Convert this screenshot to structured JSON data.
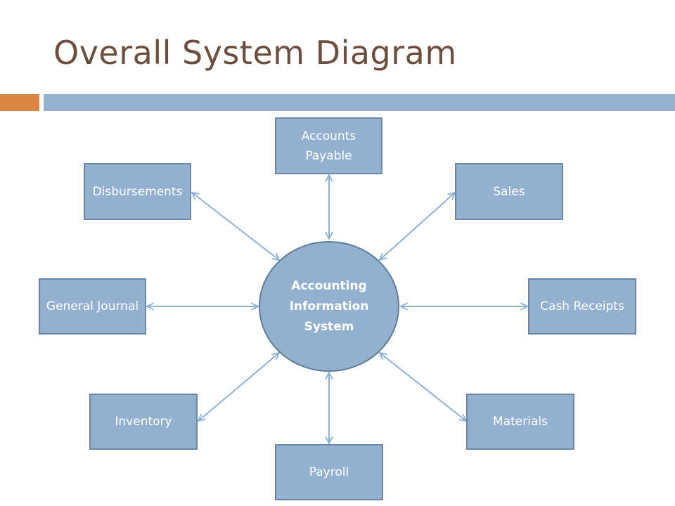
{
  "slide": {
    "title": "Overall System Diagram"
  },
  "diagram": {
    "hub": "Accounting Information System",
    "nodes": {
      "accounts_payable": "Accounts Payable",
      "disbursements": "Disbursements",
      "sales": "Sales",
      "general_journal": "General Journal",
      "cash_receipts": "Cash Receipts",
      "inventory": "Inventory",
      "materials": "Materials",
      "payroll": "Payroll"
    },
    "connections": [
      "Accounts Payable",
      "Disbursements",
      "Sales",
      "General Journal",
      "Cash Receipts",
      "Inventory",
      "Materials",
      "Payroll"
    ]
  },
  "colors": {
    "title": "#6b4e3d",
    "accent_bar": "#d98542",
    "main_bar": "#95b3d0",
    "node_fill": "#93b1cf",
    "node_border": "#6b88a6",
    "connector": "#8fb2d4"
  }
}
